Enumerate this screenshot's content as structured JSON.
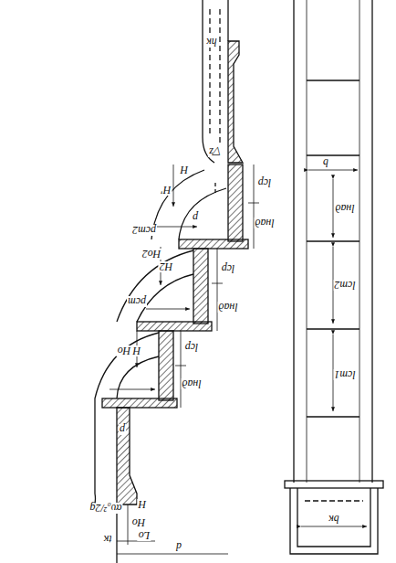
{
  "diagram": {
    "labels": [
      "hк",
      "▽z",
      "H",
      "H'",
      "lср",
      "lнад",
      "p",
      "pст2",
      "H2",
      "Hо2",
      "lср",
      "lнад",
      "pст",
      "H",
      "Hо",
      "lср",
      "lнад",
      "p",
      "H",
      "Hо",
      "αυ₀²/2g",
      "tк",
      "Lо",
      "d",
      "b",
      "lнад",
      "lст2",
      "lст1",
      "bк"
    ]
  }
}
